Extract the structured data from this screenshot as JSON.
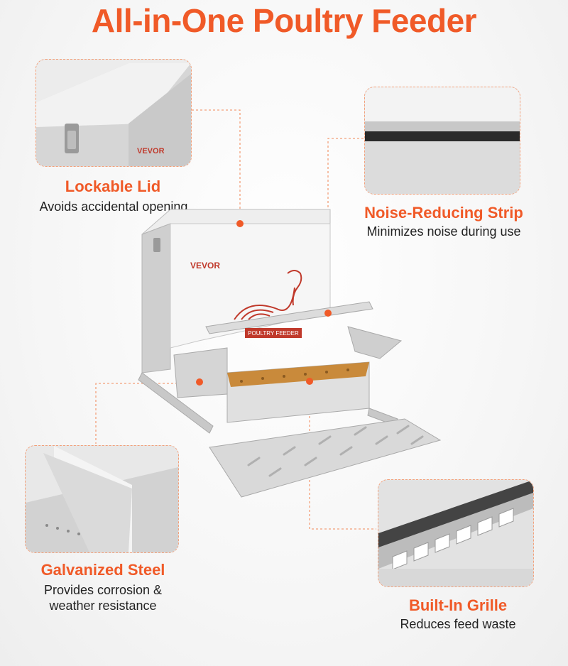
{
  "title": "All-in-One Poultry Feeder",
  "brand": "VEVOR",
  "product_label": "POULTRY FEEDER",
  "features": [
    {
      "title": "Lockable Lid",
      "desc": "Avoids accidental opening"
    },
    {
      "title": "Noise-Reducing Strip",
      "desc": "Minimizes noise during use"
    },
    {
      "title": "Galvanized Steel",
      "desc_line1": "Provides corrosion &",
      "desc_line2": "weather resistance"
    },
    {
      "title": "Built-In Grille",
      "desc": "Reduces feed waste"
    }
  ],
  "colors": {
    "accent": "#f05a28",
    "metal": "#d9d9d9"
  }
}
